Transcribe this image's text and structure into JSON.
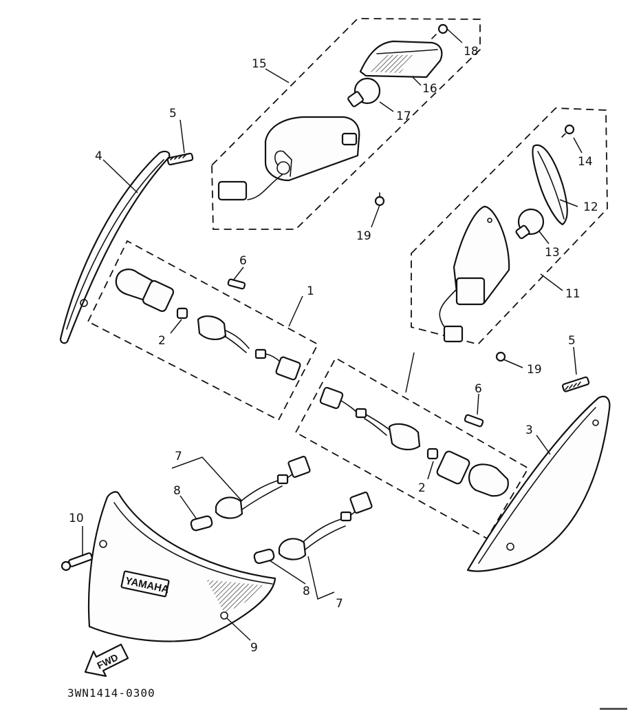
{
  "callouts": {
    "c1": "1",
    "c2a": "2",
    "c2b": "2",
    "c3": "3",
    "c4": "4",
    "c5a": "5",
    "c5b": "5",
    "c6a": "6",
    "c6b": "6",
    "c7a": "7",
    "c7b": "7",
    "c8a": "8",
    "c8b": "8",
    "c9": "9",
    "c10": "10",
    "c11": "11",
    "c12": "12",
    "c13": "13",
    "c14": "14",
    "c15": "15",
    "c16": "16",
    "c17": "17",
    "c18": "18",
    "c19a": "19",
    "c19b": "19"
  },
  "cover_badge": "YAMAHA",
  "direction_arrow": "FWD",
  "diagram_code": "3WN1414-0300"
}
